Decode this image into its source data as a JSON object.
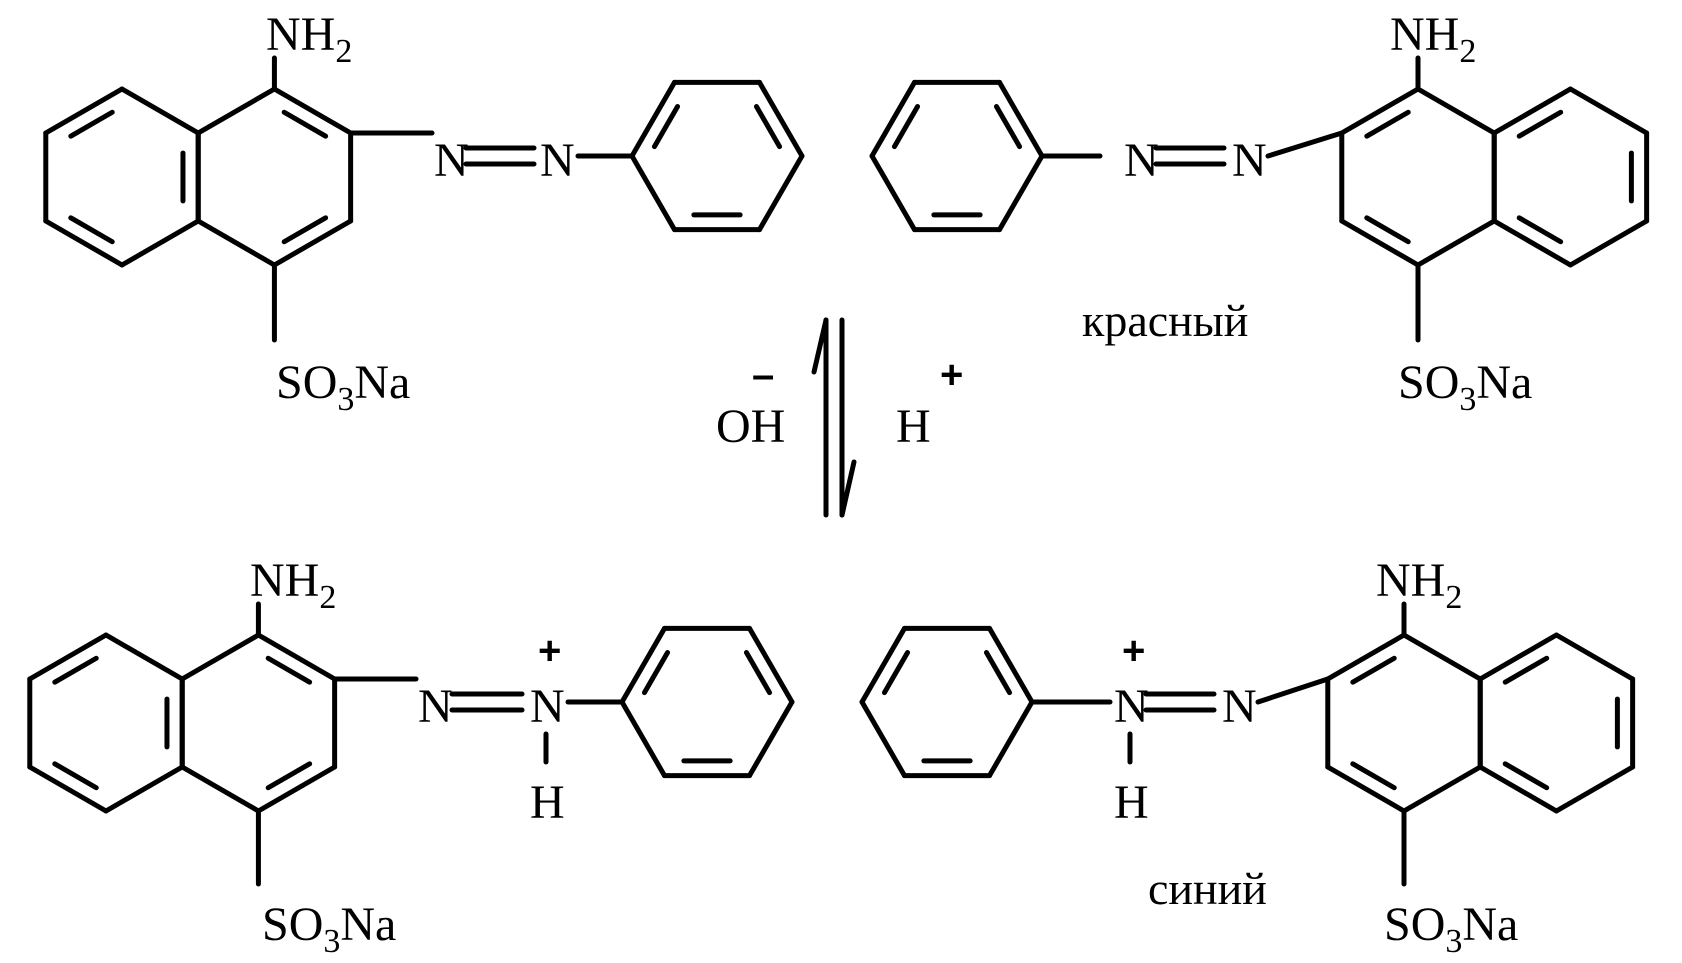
{
  "atoms": {
    "amino": "NH",
    "amino_sub": "2",
    "nitrogen": "N",
    "hydrogen": "H",
    "sulfonate_s": "SO",
    "sulfonate_sub": "3",
    "sulfonate_na": "Na",
    "plus": "+",
    "minus": "–"
  },
  "equilibrium": {
    "left_reagent": "OH",
    "left_charge": "–",
    "right_reagent": "H",
    "right_charge": "+"
  },
  "labels": {
    "top_form": "красный",
    "bottom_form": "синий"
  }
}
